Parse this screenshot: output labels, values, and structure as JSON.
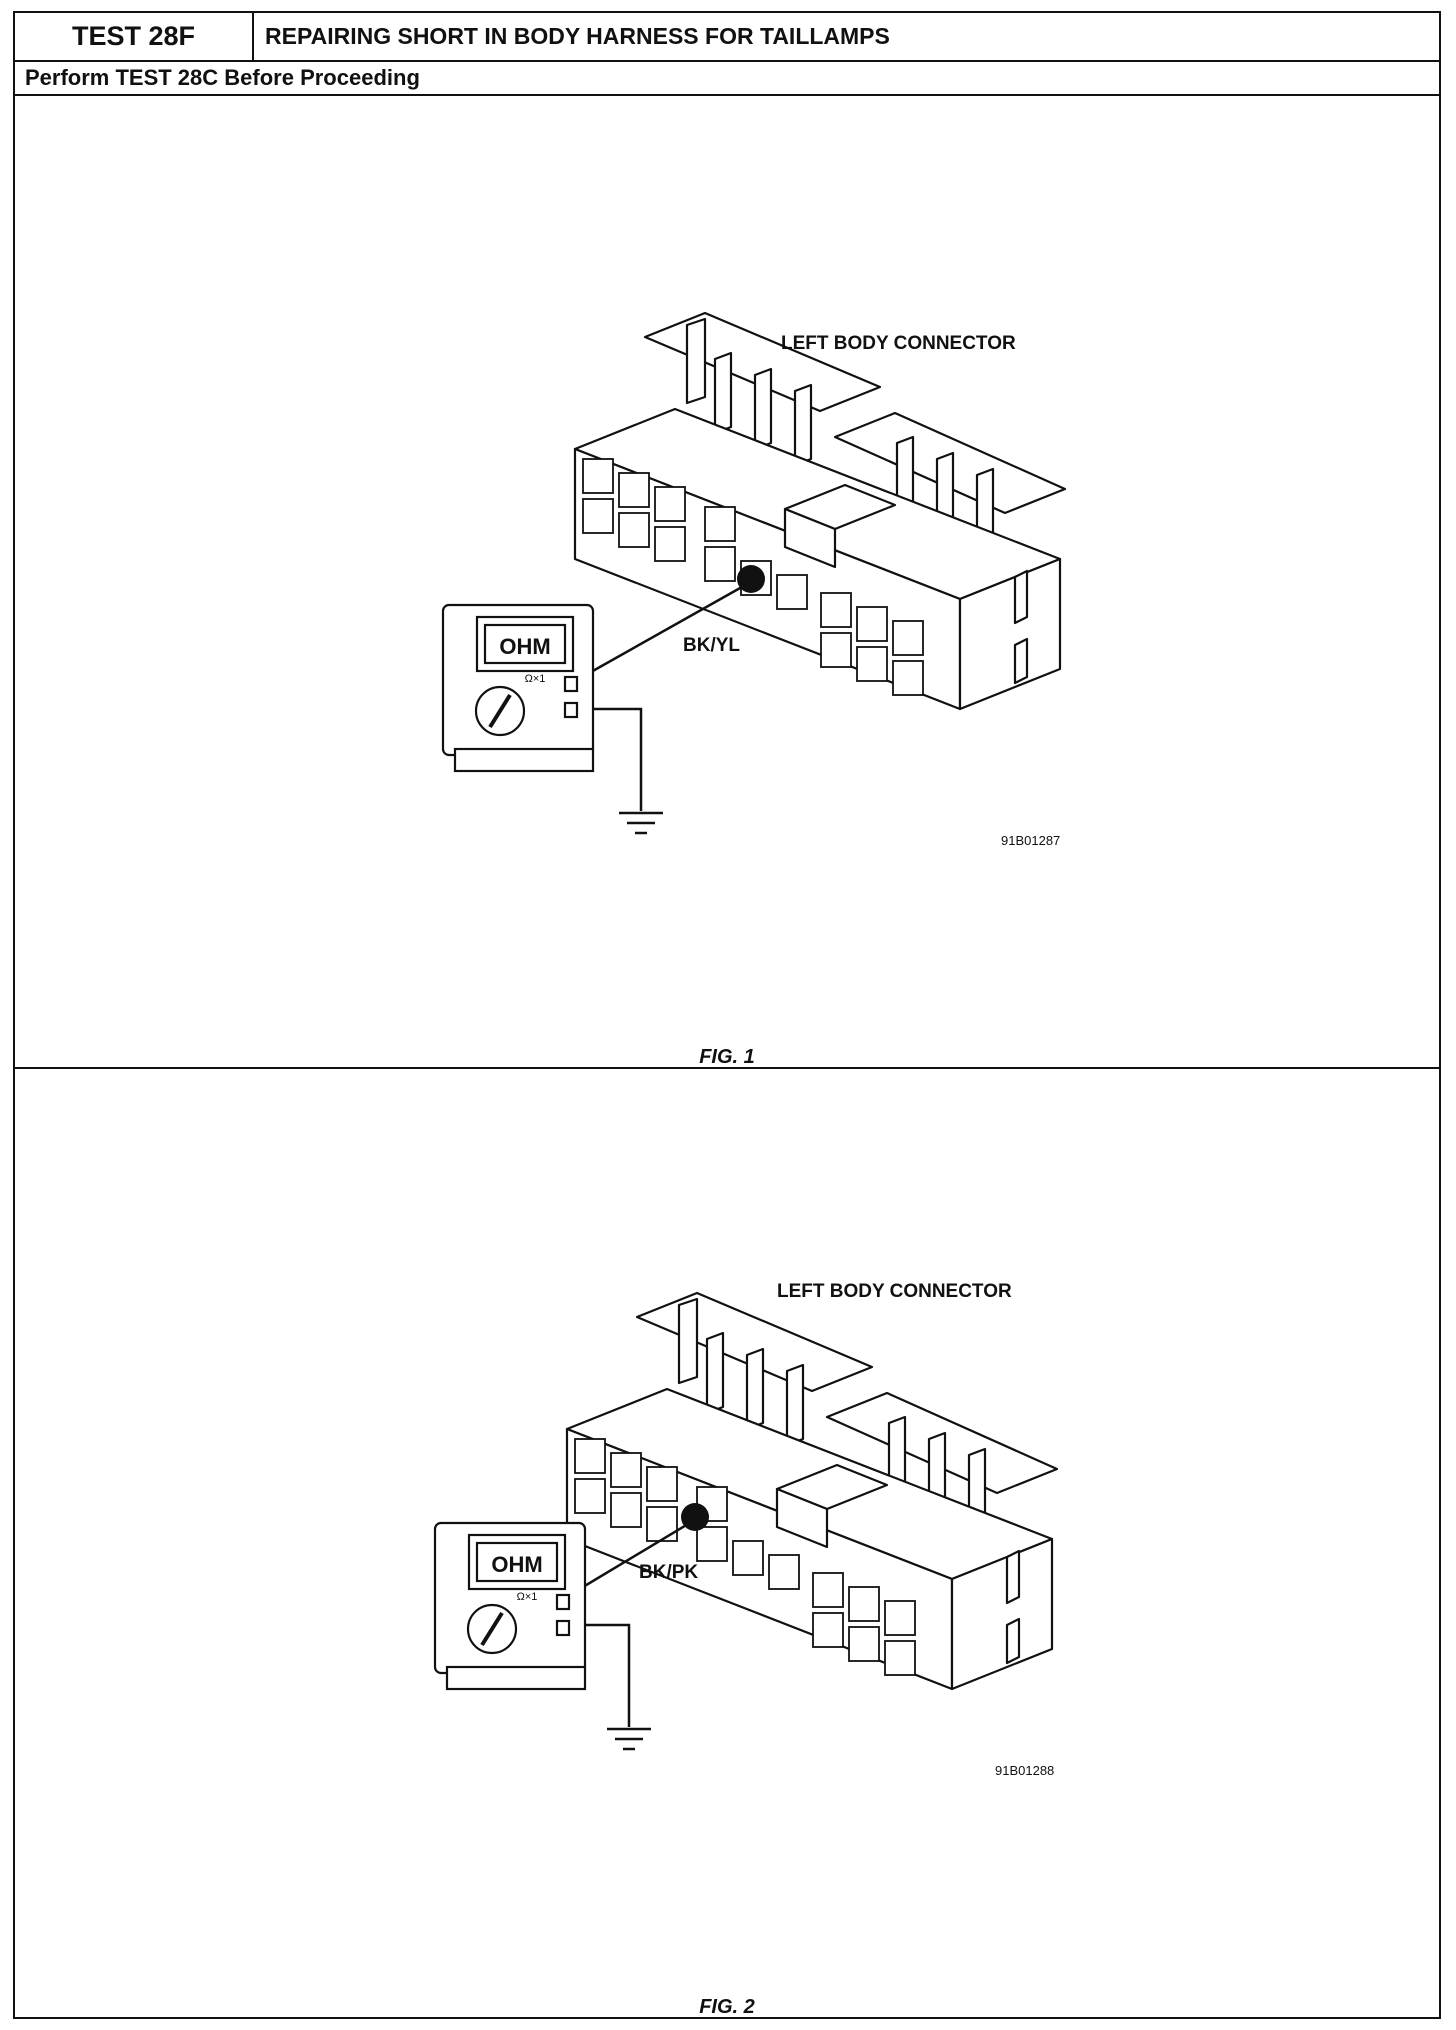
{
  "header": {
    "test_id": "TEST 28F",
    "title": "REPAIRING SHORT IN BODY HARNESS FOR TAILLAMPS",
    "prerequisite": "Perform TEST 28C Before Proceeding"
  },
  "figures": [
    {
      "connector_label": "LEFT BODY CONNECTOR",
      "wire_label": "BK/YL",
      "meter_display": "OHM",
      "meter_range": "Ω×1",
      "ref_code": "91B01287",
      "caption": "FIG. 1"
    },
    {
      "connector_label": "LEFT BODY CONNECTOR",
      "wire_label": "BK/PK",
      "meter_display": "OHM",
      "meter_range": "Ω×1",
      "ref_code": "91B01288",
      "caption": "FIG. 2"
    }
  ]
}
